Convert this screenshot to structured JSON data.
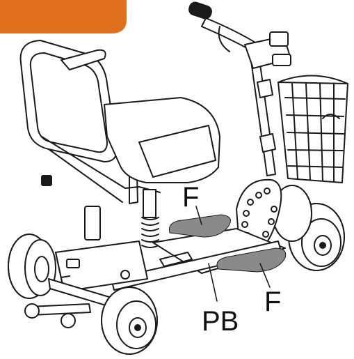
{
  "colors": {
    "accent_tab": "#e0701e",
    "line": "#1a1a1a",
    "footplate_highlight": "#8a8a8a"
  },
  "labels": {
    "footplate_left": "F",
    "footplate_right": "F",
    "platform_base": "PB"
  }
}
